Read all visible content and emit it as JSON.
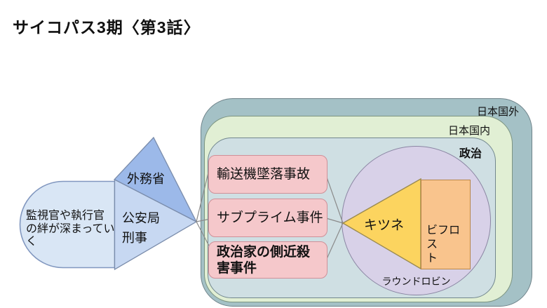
{
  "title": "サイコパス3期〈第3話〉",
  "left_flow": {
    "bond_note": "監視官や執行官\nの絆が深まってい\nく",
    "ministry_of_foreign_affairs": "外務省",
    "public_safety_bureau": "公安局\n刑事"
  },
  "regions": {
    "outside_japan": "日本国外",
    "inside_japan": "日本国内",
    "politics": "政治"
  },
  "incidents": [
    {
      "label": "輸送機墜落事故"
    },
    {
      "label": "サブプライム事件"
    },
    {
      "label": "政治家の側近殺\n害事件"
    }
  ],
  "bifrost_group": {
    "fox": "キツネ",
    "bifrost": "ビフロス\nト",
    "round_robin": "ラウンドロビン"
  },
  "colors": {
    "region_outside_fill": "#a4c1c6",
    "region_inside_fill": "#e1efd4",
    "region_politics_fill": "#cfdfe3",
    "round_robin_circle_fill": "#d8d1e8",
    "incident_box_fill": "#f5c8cb",
    "fox_triangle_fill": "#fcd45f",
    "bifrost_box_fill": "#f9c48d",
    "bond_capsule_fill": "#d9e6f5",
    "mofa_triangle_fill": "#9cb9e9",
    "psb_triangle_fill": "#c7d8f2",
    "connector_line": "#8a8a8a"
  }
}
